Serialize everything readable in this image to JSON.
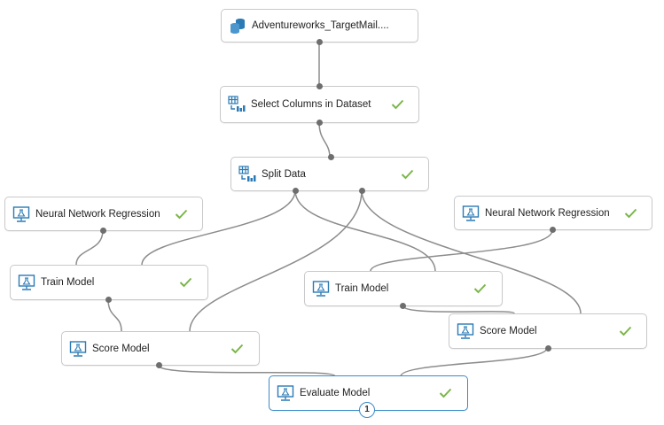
{
  "nodes": {
    "dataset": {
      "label": "Adventureworks_TargetMail....",
      "icon": "database-icon"
    },
    "select_columns": {
      "label": "Select Columns in Dataset",
      "icon": "table-transform-icon",
      "status": "check-icon"
    },
    "split_data": {
      "label": "Split Data",
      "icon": "table-transform-icon",
      "status": "check-icon"
    },
    "nn_regression_left": {
      "label": "Neural Network Regression",
      "icon": "model-icon",
      "status": "check-icon"
    },
    "nn_regression_right": {
      "label": "Neural Network Regression",
      "icon": "model-icon",
      "status": "check-icon"
    },
    "train_model_left": {
      "label": "Train Model",
      "icon": "model-icon",
      "status": "check-icon"
    },
    "train_model_right": {
      "label": "Train Model",
      "icon": "model-icon",
      "status": "check-icon"
    },
    "score_model_left": {
      "label": "Score Model",
      "icon": "model-icon",
      "status": "check-icon"
    },
    "score_model_right": {
      "label": "Score Model",
      "icon": "model-icon",
      "status": "check-icon"
    },
    "evaluate_model": {
      "label": "Evaluate Model",
      "icon": "model-icon",
      "status": "check-icon",
      "badge": "1"
    }
  },
  "colors": {
    "check": "#7ab648",
    "selected_border": "#3d8bc9",
    "connector": "#8c8c8c",
    "icon": "#2a7ab5"
  }
}
